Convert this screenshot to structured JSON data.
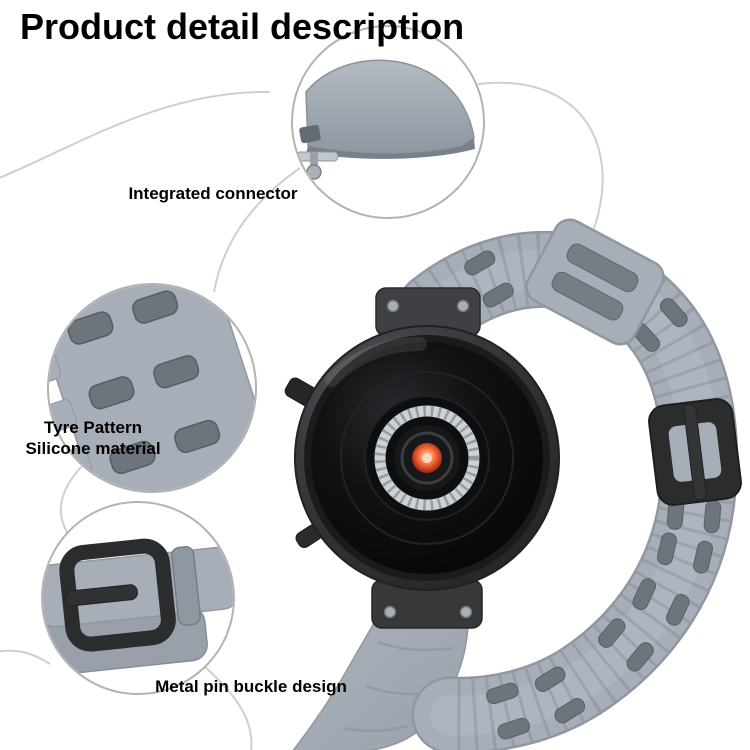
{
  "page": {
    "title": "Product detail description"
  },
  "callouts": {
    "connector": {
      "label": "Integrated connector"
    },
    "pattern": {
      "line1": "Tyre Pattern",
      "line2": "Silicone material"
    },
    "buckle": {
      "label": "Metal pin buckle design"
    }
  },
  "colors": {
    "strap_gray": "#a7aeb7",
    "strap_gray_light": "#b9bfc7",
    "strap_gray_dark": "#8f97a0",
    "slot_dark": "#6d747c",
    "case_dark": "#3a3c3f",
    "face_black": "#0b0c0d",
    "buckle_black": "#2b2c2e",
    "sensor_orange": "#ff6a3c",
    "line_gray": "#cfcfcf",
    "text_black": "#000000",
    "circle_border": "#b3b3b3",
    "background": "#ffffff"
  }
}
